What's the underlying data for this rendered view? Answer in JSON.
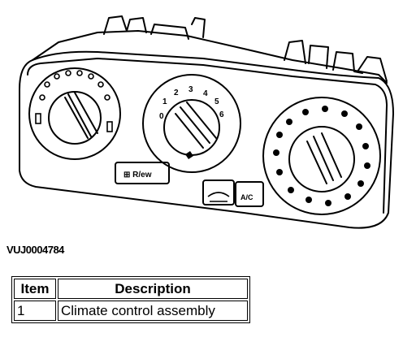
{
  "illustration": {
    "temp_dial_numbers": [
      "0",
      "1",
      "2",
      "3",
      "4",
      "5",
      "6"
    ],
    "recirc_button_label": "⊞ R/ew",
    "ac_button_label": "A/C"
  },
  "figure_id": "VUJ0004784",
  "table": {
    "headers": [
      "Item",
      "Description"
    ],
    "rows": [
      [
        "1",
        "Climate control assembly"
      ]
    ]
  }
}
